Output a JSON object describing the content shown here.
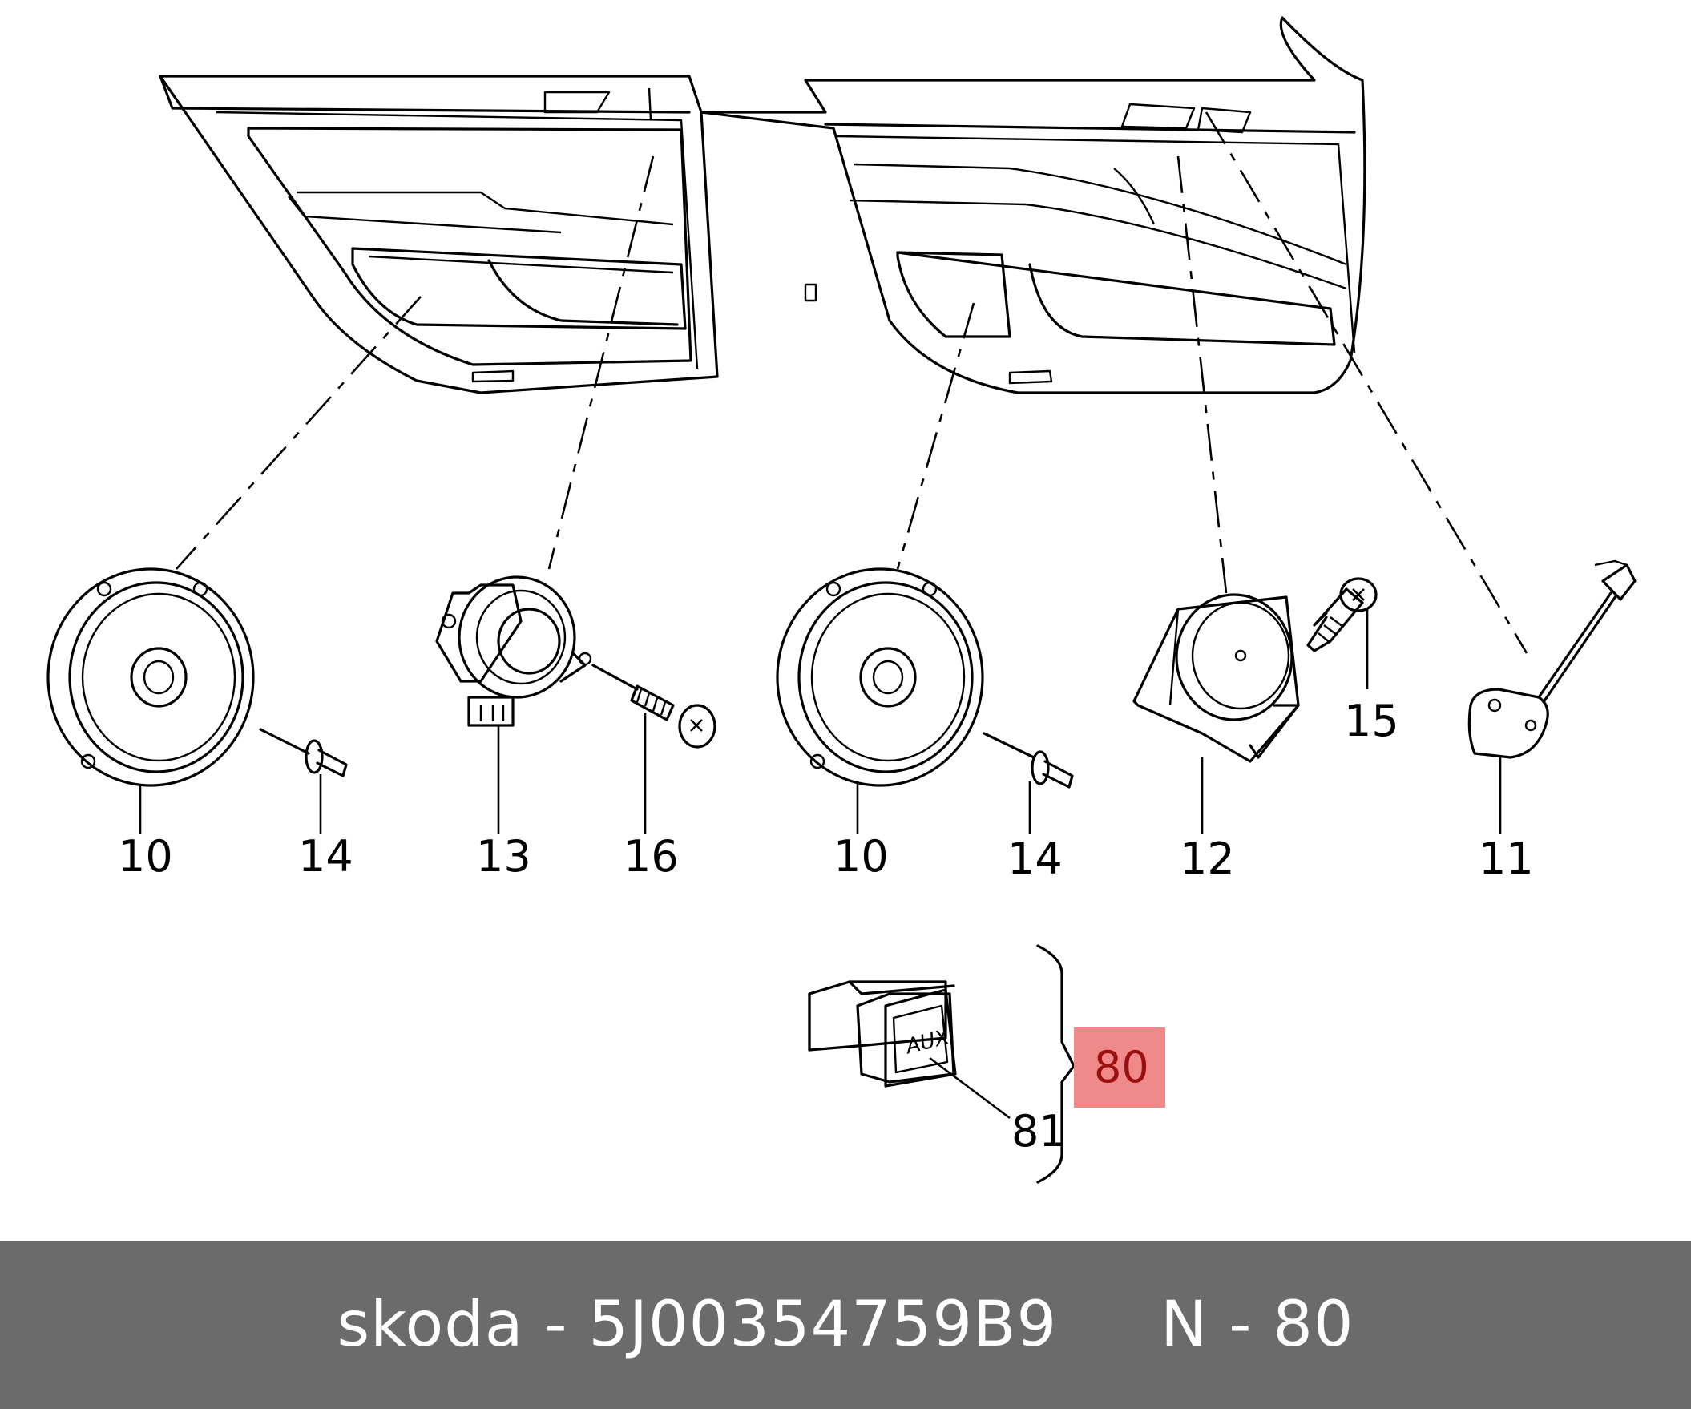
{
  "diagram": {
    "callouts": [
      {
        "id": "front-bass-speaker",
        "label": "10"
      },
      {
        "id": "front-rivet",
        "label": "14"
      },
      {
        "id": "front-tweeter",
        "label": "13"
      },
      {
        "id": "tweeter-screw",
        "label": "16"
      },
      {
        "id": "rear-bass-speaker",
        "label": "10"
      },
      {
        "id": "rear-rivet",
        "label": "14"
      },
      {
        "id": "rear-mid-speaker",
        "label": "12"
      },
      {
        "id": "mid-screw",
        "label": "15"
      },
      {
        "id": "rear-small-speaker",
        "label": "11"
      },
      {
        "id": "aux-socket-assembly",
        "label": "80"
      },
      {
        "id": "aux-socket",
        "label": "81"
      }
    ],
    "aux_marking": "AUX",
    "highlight_color": "#f08a8a"
  },
  "footer": {
    "brand": "skoda",
    "separator": " - ",
    "part_number": "5J00354759B9",
    "gap": "     ",
    "position_prefix": "N",
    "position_separator": " - ",
    "position": "80",
    "background_color": "#6b6b6b",
    "text_color": "#ffffff"
  }
}
